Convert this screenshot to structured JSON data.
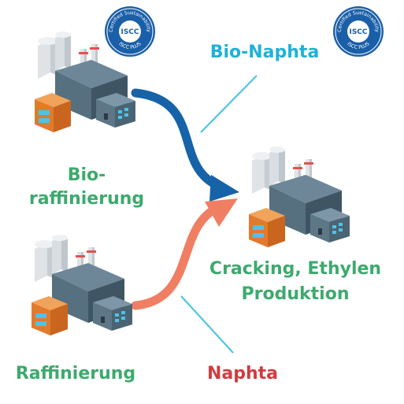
{
  "labels": {
    "bio_refining_line1": "Bio-",
    "bio_refining_line2": "raffinierung",
    "refining": "Raffinierung",
    "bio_naphta": "Bio-Naphta",
    "naphta": "Naphta",
    "cracking_line1": "Cracking, Ethylen",
    "cracking_line2": "Produktion"
  },
  "badge": {
    "arc_top": "Certified Sustainability",
    "center": "ISCC",
    "arc_bottom": "ISCC PLUS"
  },
  "colors": {
    "green_label": "#3daa6e",
    "bio_naphta_label": "#1fb1d8",
    "naphta_label": "#d13b3f",
    "bio_arrow": "#1663a8",
    "fossil_arrow": "#f07e63",
    "connector_line": "#52c3e4",
    "badge_blue": "#1a5fa8"
  },
  "icons": [
    "factory-icon",
    "iscc-badge-icon"
  ]
}
